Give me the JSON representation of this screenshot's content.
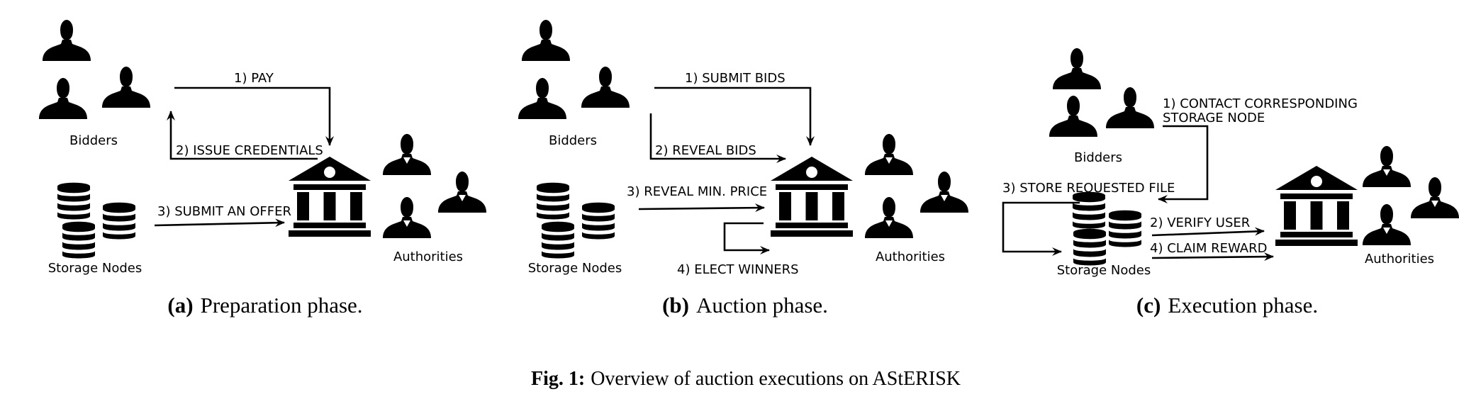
{
  "panels": [
    {
      "bidders_label": "Bidders",
      "storage_label": "Storage Nodes",
      "authorities_label": "Authorities",
      "steps": [
        "1) PAY",
        "2) ISSUE CREDENTIALS",
        "3) SUBMIT AN OFFER"
      ],
      "sub_letter": "(a)",
      "sub_text": "Preparation phase."
    },
    {
      "bidders_label": "Bidders",
      "storage_label": "Storage Nodes",
      "authorities_label": "Authorities",
      "steps": [
        "1) SUBMIT  BIDS",
        "2) REVEAL BIDS",
        "3) REVEAL MIN. PRICE",
        "4) ELECT WINNERS"
      ],
      "sub_letter": "(b)",
      "sub_text": "Auction phase."
    },
    {
      "bidders_label": "Bidders",
      "storage_label": "Storage Nodes",
      "authorities_label": "Authorities",
      "steps": [
        "1) CONTACT CORRESPONDING",
        "STORAGE NODE",
        "2) VERIFY USER",
        "3) STORE REQUESTED FILE",
        "4) CLAIM REWARD"
      ],
      "sub_letter": "(c)",
      "sub_text": "Execution phase."
    }
  ],
  "caption": {
    "prefix": "Fig. 1:",
    "text": "Overview of auction executions on AStERISK"
  },
  "icons": [
    "person-icon",
    "authority-person-icon",
    "database-icon",
    "bank-icon",
    "arrow-icon"
  ],
  "colors": {
    "ink": "#000000",
    "background": "#ffffff"
  }
}
